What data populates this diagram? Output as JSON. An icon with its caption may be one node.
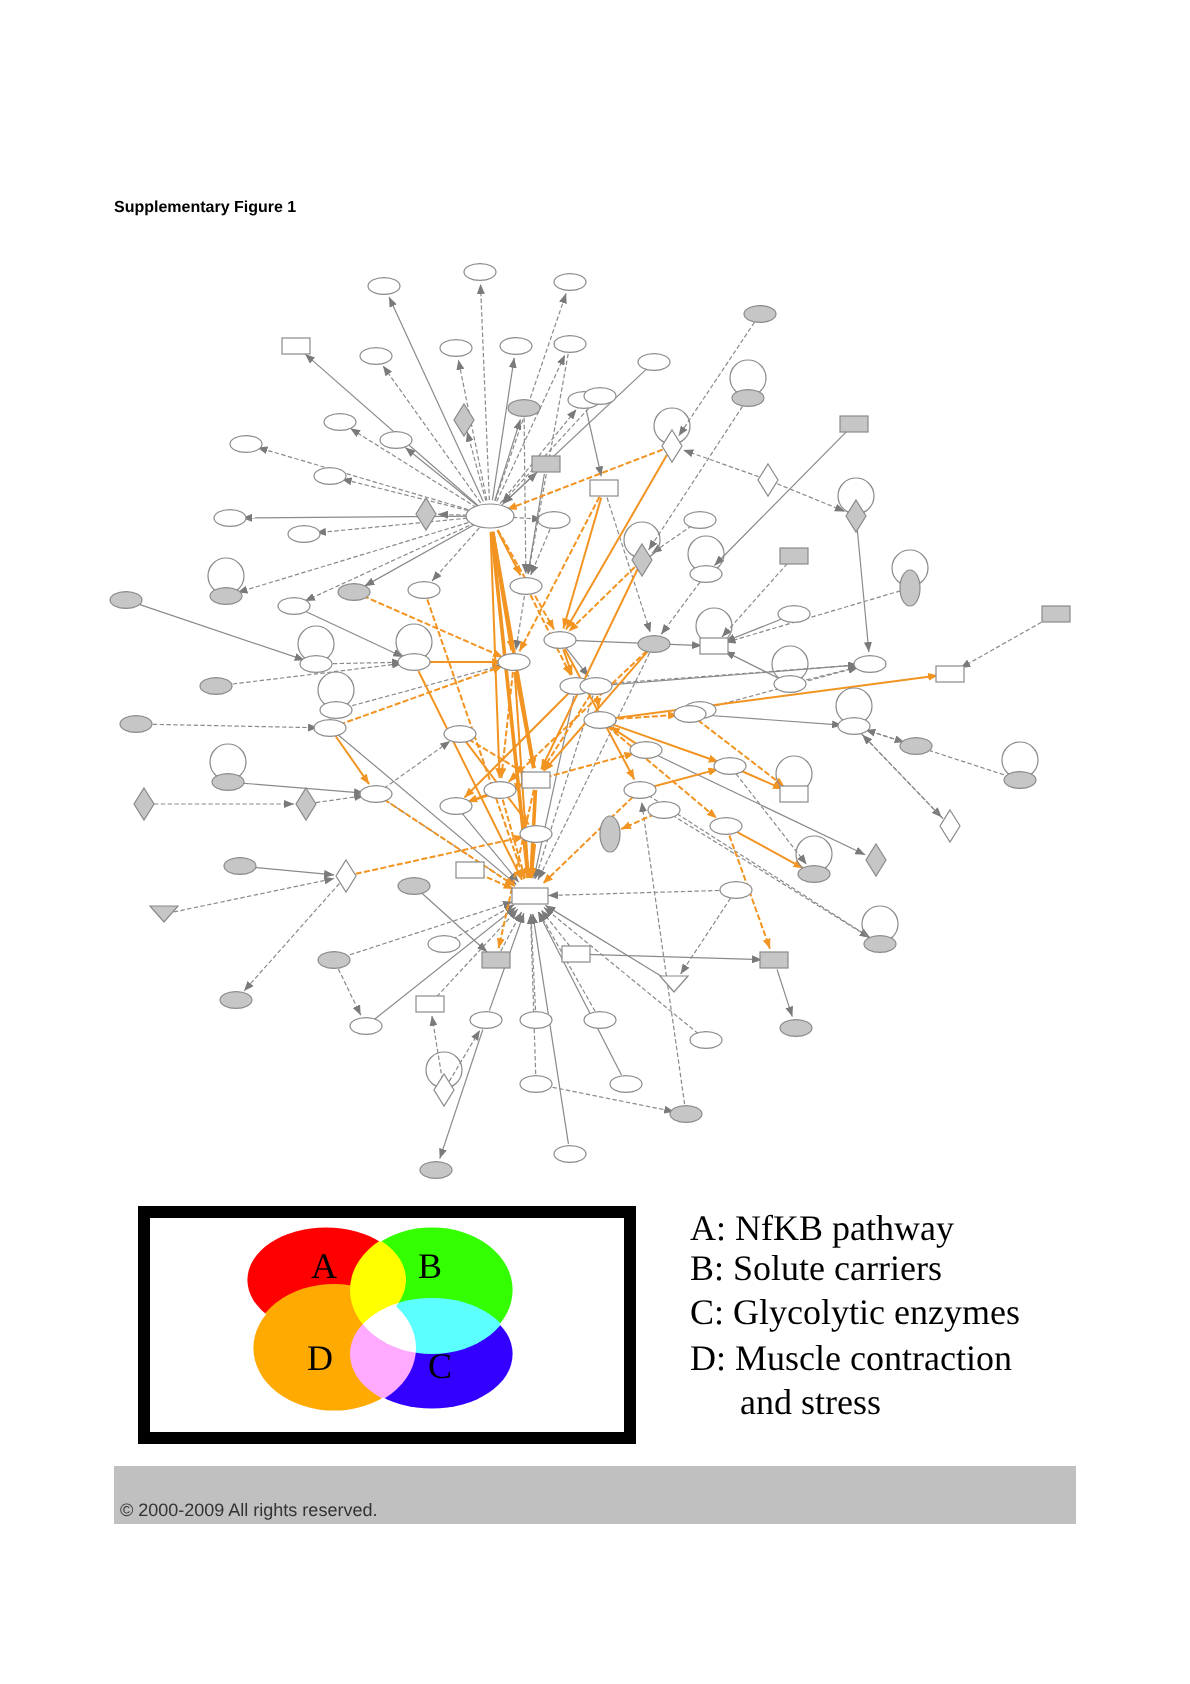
{
  "diagram": {
    "title": "Supplementary Figure 1",
    "nodes": [
      {
        "text": [
          "A"
        ]
      },
      {
        "text": [
          "B"
        ]
      },
      {
        "text": [
          "D"
        ]
      },
      {
        "text": [
          "C"
        ]
      }
    ],
    "labels": [
      "A: NfKB pathway",
      "B: Solute carriers",
      "C: Glycolytic enzymes",
      "D: Muscle contraction and stress",
      "© 2000-2009 All rights reserved."
    ]
  }
}
